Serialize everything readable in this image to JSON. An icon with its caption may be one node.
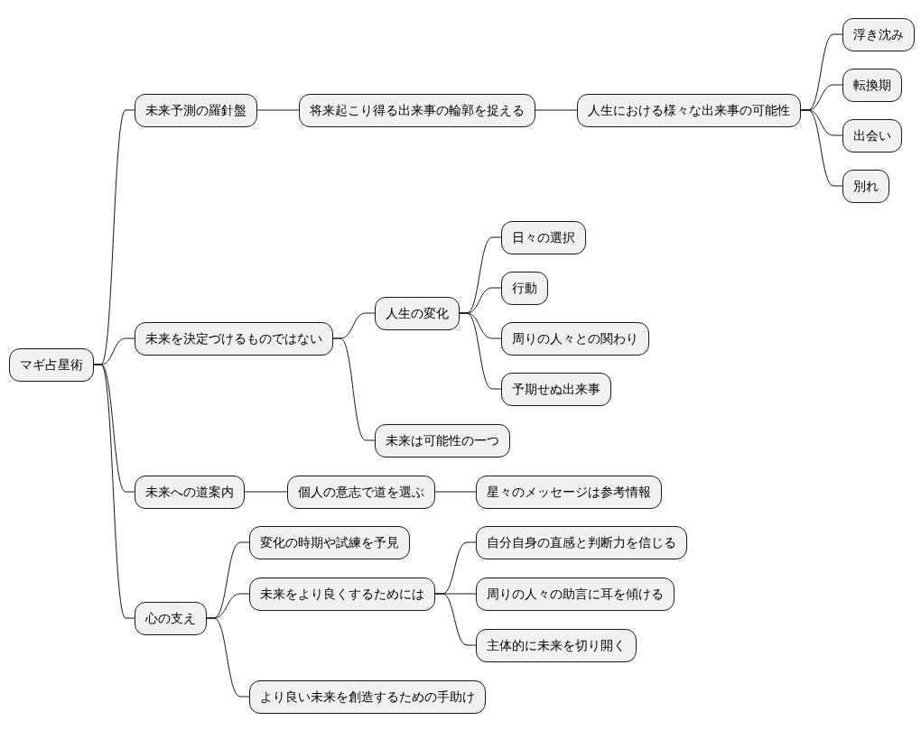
{
  "diagram": {
    "nodes": [
      {
        "text": [
          "マギ占星術"
        ]
      },
      {
        "text": [
          "未来予測の羅針盤"
        ]
      },
      {
        "text": [
          "将来起こり得る出来事の輪郭を捉える"
        ]
      },
      {
        "text": [
          "人生における様々な出来事の可能性"
        ]
      },
      {
        "text": [
          "浮き沈み"
        ]
      },
      {
        "text": [
          "転換期"
        ]
      },
      {
        "text": [
          "出会い"
        ]
      },
      {
        "text": [
          "別れ"
        ]
      },
      {
        "text": [
          "未来を決定づけるものではない"
        ]
      },
      {
        "text": [
          "人生の変化"
        ]
      },
      {
        "text": [
          "日々の選択"
        ]
      },
      {
        "text": [
          "行動"
        ]
      },
      {
        "text": [
          "周りの人々との関わり"
        ]
      },
      {
        "text": [
          "予期せぬ出来事"
        ]
      },
      {
        "text": [
          "未来は可能性の一つ"
        ]
      },
      {
        "text": [
          "未来への道案内"
        ]
      },
      {
        "text": [
          "個人の意志で道を選ぶ"
        ]
      },
      {
        "text": [
          "星々のメッセージは参考情報"
        ]
      },
      {
        "text": [
          "心の支え"
        ]
      },
      {
        "text": [
          "変化の時期や試練を予見"
        ]
      },
      {
        "text": [
          "未来をより良くするためには"
        ]
      },
      {
        "text": [
          "自分自身の直感と判断力を信じる"
        ]
      },
      {
        "text": [
          "周りの人々の助言に耳を傾ける"
        ]
      },
      {
        "text": [
          "主体的に未来を切り開く"
        ]
      },
      {
        "text": [
          "より良い未来を創造するための手助け"
        ]
      }
    ],
    "edges": [
      {
        "from": 0,
        "to": 1,
        "arrow": "none"
      },
      {
        "from": 1,
        "to": 2,
        "arrow": "none"
      },
      {
        "from": 2,
        "to": 3,
        "arrow": "none"
      },
      {
        "from": 3,
        "to": 4,
        "arrow": "none"
      },
      {
        "from": 3,
        "to": 5,
        "arrow": "none"
      },
      {
        "from": 3,
        "to": 6,
        "arrow": "none"
      },
      {
        "from": 3,
        "to": 7,
        "arrow": "none"
      },
      {
        "from": 0,
        "to": 8,
        "arrow": "none"
      },
      {
        "from": 8,
        "to": 9,
        "arrow": "none"
      },
      {
        "from": 9,
        "to": 10,
        "arrow": "none"
      },
      {
        "from": 9,
        "to": 11,
        "arrow": "none"
      },
      {
        "from": 9,
        "to": 12,
        "arrow": "none"
      },
      {
        "from": 9,
        "to": 13,
        "arrow": "none"
      },
      {
        "from": 8,
        "to": 14,
        "arrow": "none"
      },
      {
        "from": 0,
        "to": 15,
        "arrow": "none"
      },
      {
        "from": 15,
        "to": 16,
        "arrow": "none"
      },
      {
        "from": 16,
        "to": 17,
        "arrow": "none"
      },
      {
        "from": 0,
        "to": 18,
        "arrow": "none"
      },
      {
        "from": 18,
        "to": 19,
        "arrow": "none"
      },
      {
        "from": 18,
        "to": 20,
        "arrow": "none"
      },
      {
        "from": 20,
        "to": 21,
        "arrow": "none"
      },
      {
        "from": 20,
        "to": 22,
        "arrow": "none"
      },
      {
        "from": 20,
        "to": 23,
        "arrow": "none"
      },
      {
        "from": 18,
        "to": 24,
        "arrow": "none"
      }
    ]
  }
}
